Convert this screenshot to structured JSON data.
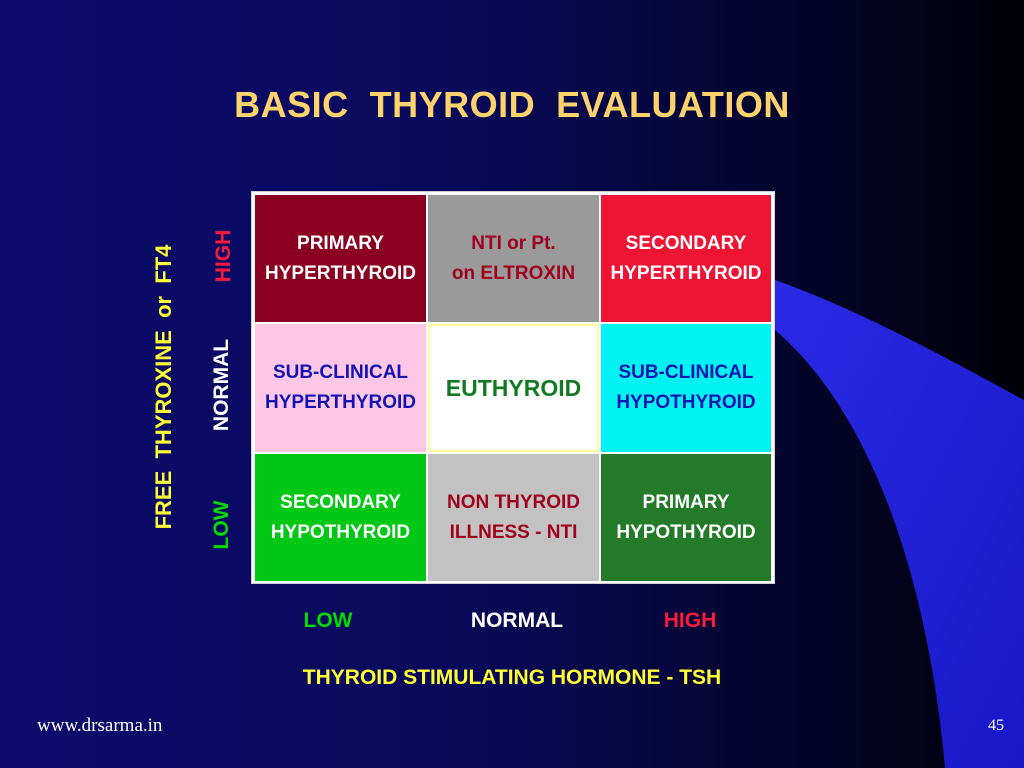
{
  "title": "BASIC  THYROID  EVALUATION",
  "colors": {
    "title": "#ffd36b",
    "axis_title": "#ffff33",
    "low": "#00dd00",
    "normal": "#ffffff",
    "high": "#ff1a3c"
  },
  "y_axis": {
    "title": "FREE  THYROXINE  or  FT4",
    "levels": [
      "HIGH",
      "NORMAL",
      "LOW"
    ]
  },
  "x_axis": {
    "title": "THYROID STIMULATING HORMONE - TSH",
    "levels": [
      "LOW",
      "NORMAL",
      "HIGH"
    ]
  },
  "cells": [
    [
      {
        "lines": [
          "PRIMARY",
          "HYPERTHYROID"
        ],
        "bg": "#8b0020",
        "fg": "#ffffff"
      },
      {
        "lines": [
          "NTI or Pt.",
          "on ELTROXIN"
        ],
        "bg": "#9a9a9a",
        "fg": "#a0001e"
      },
      {
        "lines": [
          "SECONDARY",
          "HYPERTHYROID"
        ],
        "bg": "#f01434",
        "fg": "#ffffff"
      }
    ],
    [
      {
        "lines": [
          "SUB-CLINICAL",
          "HYPERTHYROID"
        ],
        "bg": "#ffc6e6",
        "fg": "#1414b4"
      },
      {
        "lines": [
          "EUTHYROID"
        ],
        "bg": "#ffffff",
        "fg": "#137a24"
      },
      {
        "lines": [
          "SUB-CLINICAL",
          "HYPOTHYROID"
        ],
        "bg": "#00f2f2",
        "fg": "#1414b4"
      }
    ],
    [
      {
        "lines": [
          "SECONDARY",
          "HYPOTHYROID"
        ],
        "bg": "#00c814",
        "fg": "#ffffff"
      },
      {
        "lines": [
          "NON THYROID",
          "ILLNESS - NTI"
        ],
        "bg": "#c2c2c2",
        "fg": "#a0001e"
      },
      {
        "lines": [
          "PRIMARY",
          "HYPOTHYROID"
        ],
        "bg": "#237a28",
        "fg": "#ffffff"
      }
    ]
  ],
  "footer": {
    "url": "www.drsarma.in",
    "page": "45"
  }
}
